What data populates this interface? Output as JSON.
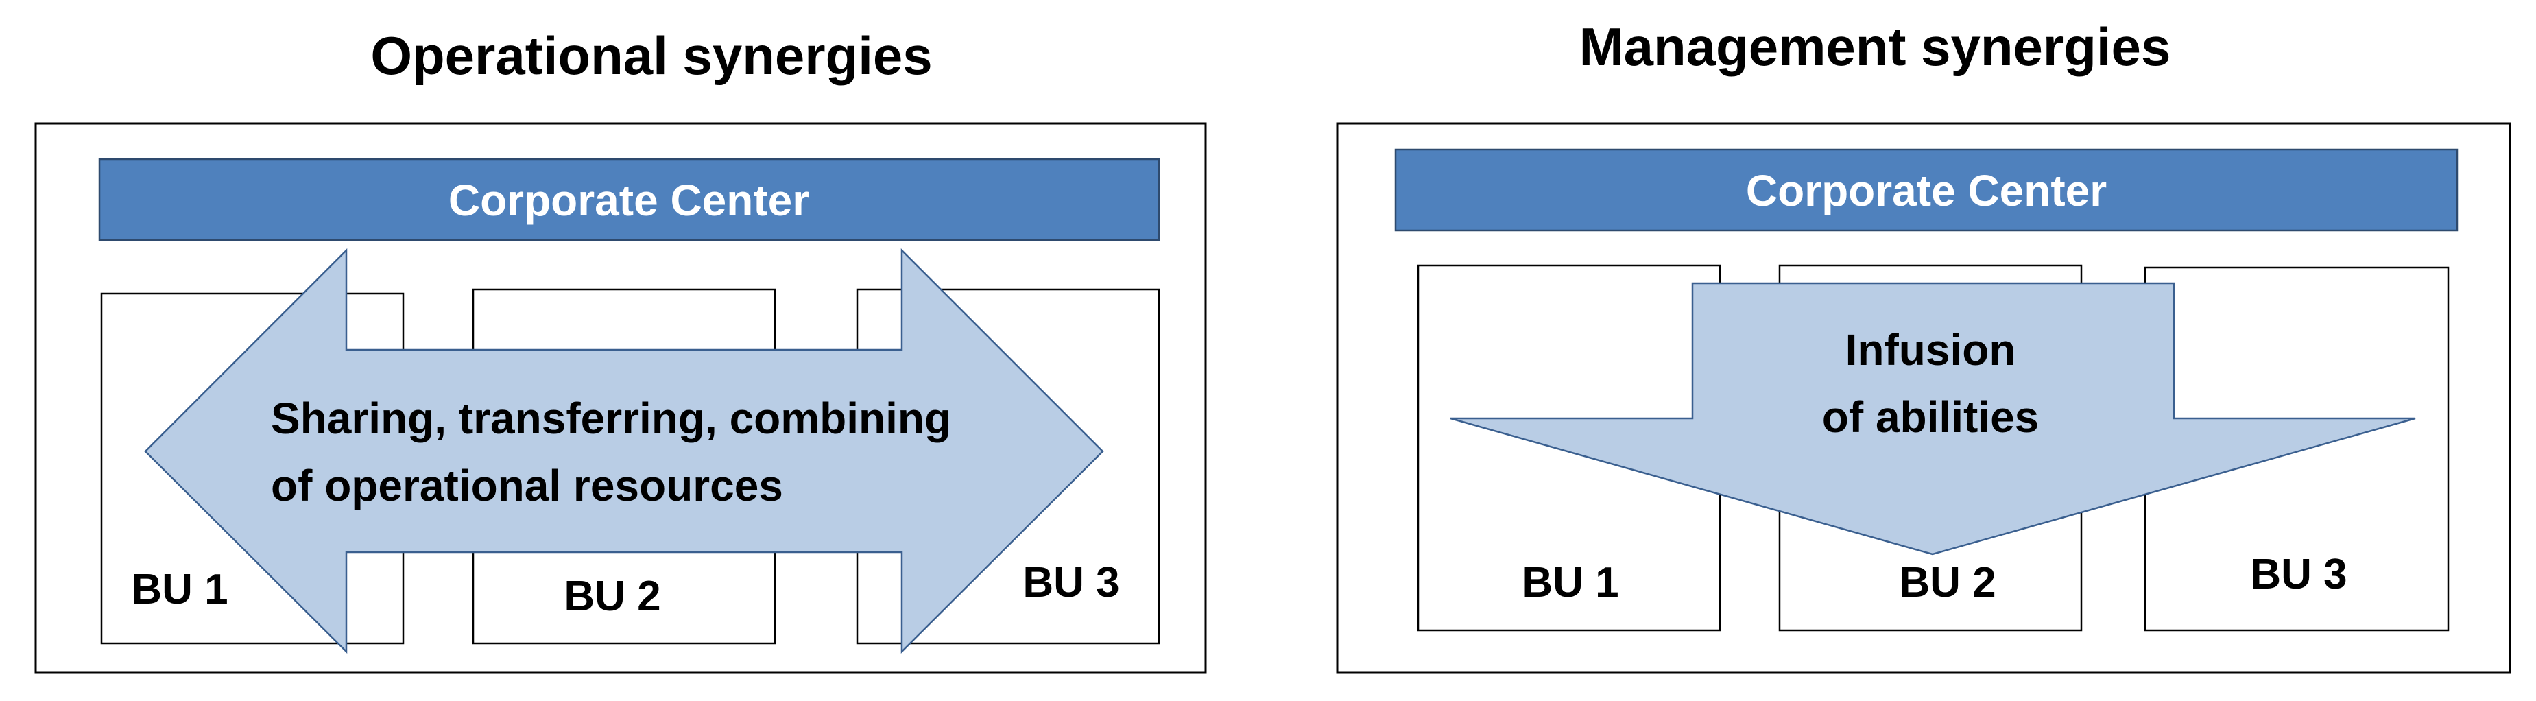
{
  "colors": {
    "header_fill": "#4f81bd",
    "arrow_fill": "#b9cde5",
    "frame_stroke": "#000000"
  },
  "left_panel": {
    "title": "Operational synergies",
    "header": "Corporate Center",
    "units": [
      "BU 1",
      "BU 2",
      "BU 3"
    ],
    "arrow_text": [
      "Sharing, transferring, combining",
      "of operational resources"
    ]
  },
  "right_panel": {
    "title": "Management synergies",
    "header": "Corporate Center",
    "units": [
      "BU 1",
      "BU 2",
      "BU 3"
    ],
    "arrow_text": [
      "Infusion",
      "of abilities"
    ]
  }
}
